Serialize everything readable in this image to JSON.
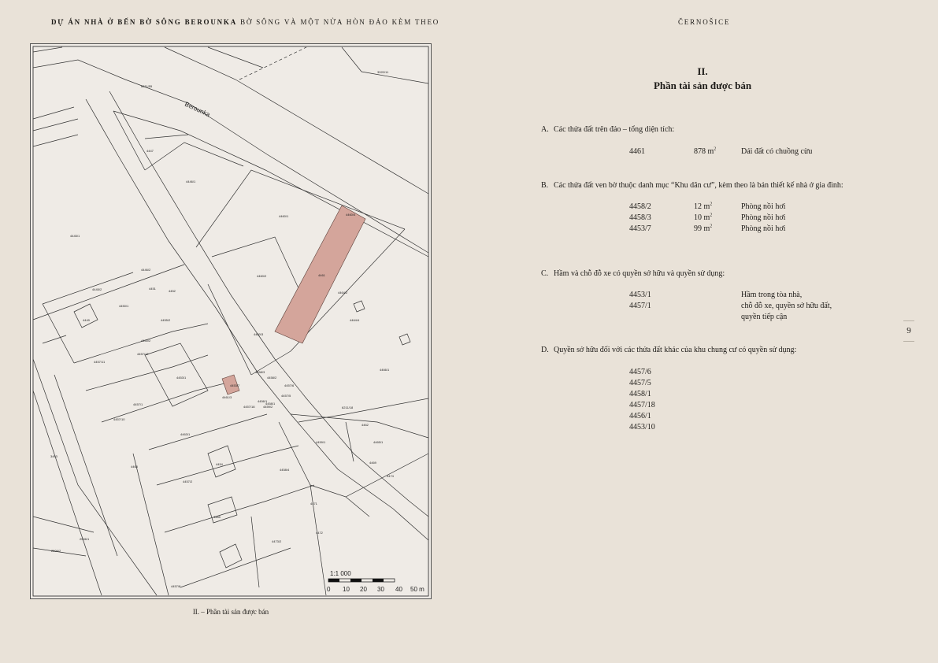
{
  "header": {
    "left_bold": "DỰ ÁN NHÀ Ở BẾN BỜ SÔNG BEROUNKA",
    "left_rest": " BỜ SÔNG VÀ MỘT NỬA HÒN ĐẢO KÈM THEO",
    "right": "ČERNOŠICE"
  },
  "map": {
    "caption": "II. – Phần tài sản được bán",
    "scale": "1:1 000",
    "scale_ticks": [
      "0",
      "10",
      "20",
      "30",
      "40",
      "50 m"
    ],
    "river_label": "Berounka",
    "parcel_labels": [
      "6211/55",
      "3920/11",
      "4447",
      "4446/1",
      "4445/1",
      "4460/1",
      "4460/2",
      "4460/3",
      "4460/4",
      "4461",
      "4464/2",
      "4464/4",
      "4446/2",
      "4445/2",
      "4451",
      "4452",
      "4449",
      "4450/1",
      "4455/2",
      "4450/2",
      "4457/11",
      "4457/12",
      "4453/1",
      "4457/1",
      "4453/7",
      "4461/3",
      "4458/3",
      "4458/2",
      "4457/18",
      "4457/10",
      "4456/1",
      "4457/5",
      "4457/6",
      "4458/1",
      "4459/1",
      "4459/2",
      "6211/18",
      "4465/1",
      "4466/1",
      "4454",
      "4457/2",
      "4462",
      "4463/1",
      "4469",
      "4474",
      "4465",
      "4471",
      "4473/2",
      "4472",
      "4468",
      "3493",
      "2506/1",
      "2506/2",
      "4457/8",
      "4458/4"
    ]
  },
  "section": {
    "number": "II.",
    "title": "Phần tài sản được bán"
  },
  "A": {
    "letter": "A.",
    "heading": "Các thửa đất trên đảo – tổng diện tích:",
    "rows": [
      {
        "parcel": "4461",
        "area": "878 m",
        "unit_sup": "2",
        "desc": "Dải đất có chuồng cừu"
      }
    ]
  },
  "B": {
    "letter": "B.",
    "heading": "Các thửa đất ven bờ thuộc danh mục “Khu dân cư”, kèm theo là bản thiết kế nhà ở gia đình:",
    "rows": [
      {
        "parcel": "4458/2",
        "area": "12 m",
        "unit_sup": "2",
        "desc": "Phòng nồi hơi"
      },
      {
        "parcel": "4458/3",
        "area": "10 m",
        "unit_sup": "2",
        "desc": "Phòng nồi hơi"
      },
      {
        "parcel": "4453/7",
        "area": "99 m",
        "unit_sup": "2",
        "desc": "Phòng nồi hơi"
      }
    ]
  },
  "C": {
    "letter": "C.",
    "heading": "Hầm và chỗ đỗ xe có quyền sở hữu và quyền sử dụng:",
    "parcels": [
      "4453/1",
      "4457/1"
    ],
    "desc_lines": [
      "Hầm trong tòa nhà,",
      "chỗ đỗ xe, quyền sở hữu đất,",
      "quyền tiếp cận"
    ]
  },
  "D": {
    "letter": "D.",
    "heading": "Quyền sở hữu đối với các thửa đất khác của khu chung cư có quyền sử dụng:",
    "parcels": [
      "4457/6",
      "4457/5",
      "4458/1",
      "4457/18",
      "4456/1",
      "4453/10"
    ]
  },
  "page_number": "9",
  "colors": {
    "background": "#e9e2d8",
    "highlight_parcel": "#d4a59b",
    "text": "#1d1b18"
  }
}
